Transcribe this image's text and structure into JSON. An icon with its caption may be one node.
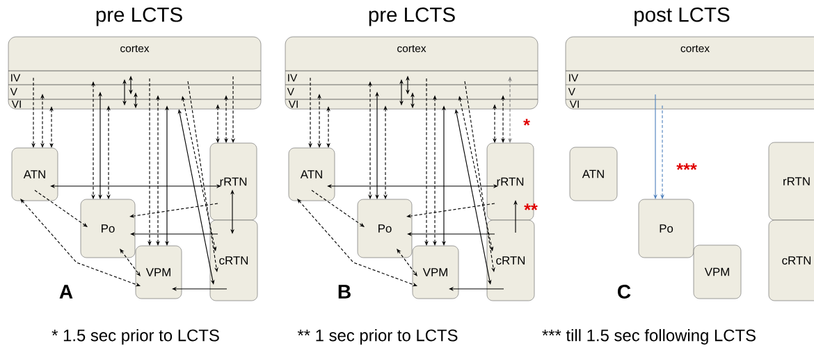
{
  "diagram": {
    "nodes": [
      {
        "text": [
          "cortex"
        ]
      },
      {
        "text": [
          "ATN"
        ]
      },
      {
        "text": [
          "Po"
        ]
      },
      {
        "text": [
          "VPM"
        ]
      },
      {
        "text": [
          "rRTN"
        ]
      },
      {
        "text": [
          "cRTN"
        ]
      },
      {
        "text": [
          "cortex"
        ]
      },
      {
        "text": [
          "ATN"
        ]
      },
      {
        "text": [
          "Po"
        ]
      },
      {
        "text": [
          "VPM"
        ]
      },
      {
        "text": [
          "rRTN"
        ]
      },
      {
        "text": [
          "cRTN"
        ]
      },
      {
        "text": [
          "cortex"
        ]
      },
      {
        "text": [
          "ATN"
        ]
      },
      {
        "text": [
          "Po"
        ]
      },
      {
        "text": [
          "VPM"
        ]
      },
      {
        "text": [
          "rRTN"
        ]
      },
      {
        "text": [
          "cRTN"
        ]
      }
    ],
    "edges": [
      {
        "from": 0,
        "to": 1,
        "arrow": "to",
        "style": "dashed"
      },
      {
        "from": 0,
        "to": 1,
        "arrow": "both",
        "style": "dashed"
      },
      {
        "from": 0,
        "to": 1,
        "arrow": "both",
        "style": "dashed"
      },
      {
        "from": 0,
        "to": 2,
        "arrow": "both",
        "style": "dashed"
      },
      {
        "from": 0,
        "to": 2,
        "arrow": "both"
      },
      {
        "from": 0,
        "to": 2,
        "arrow": "both",
        "style": "dashed"
      },
      {
        "from": 0,
        "to": 3,
        "arrow": "to",
        "style": "dashed"
      },
      {
        "from": 0,
        "to": 3,
        "arrow": "both",
        "style": "dashed"
      },
      {
        "from": 0,
        "to": 3,
        "arrow": "both"
      },
      {
        "from": 0,
        "to": 5,
        "arrow": "to",
        "style": "dashed"
      },
      {
        "from": 0,
        "to": 5,
        "arrow": "both",
        "style": "dashed"
      },
      {
        "from": 0,
        "to": 5,
        "arrow": "both"
      },
      {
        "from": 0,
        "to": 4,
        "arrow": "both",
        "style": "dashed"
      },
      {
        "from": 0,
        "to": 4,
        "arrow": "both",
        "style": "dashed"
      },
      {
        "from": 0,
        "to": 4,
        "arrow": "to",
        "style": "dashed"
      },
      {
        "from": 1,
        "to": 4,
        "arrow": "both"
      },
      {
        "from": 4,
        "to": 5,
        "arrow": "both"
      },
      {
        "from": 1,
        "to": 2,
        "arrow": "to",
        "style": "dashed"
      },
      {
        "from": 4,
        "to": 2,
        "arrow": "to",
        "style": "dashed"
      },
      {
        "from": 5,
        "to": 2,
        "arrow": "to"
      },
      {
        "from": 1,
        "to": 3,
        "arrow": "both",
        "style": "dashed"
      },
      {
        "from": 2,
        "to": 3,
        "arrow": "both",
        "style": "dashed"
      },
      {
        "from": 5,
        "to": 3,
        "arrow": "to"
      },
      {
        "from": 6,
        "to": 7,
        "arrow": "to",
        "style": "dashed"
      },
      {
        "from": 6,
        "to": 7,
        "arrow": "both",
        "style": "dashed"
      },
      {
        "from": 6,
        "to": 7,
        "arrow": "both",
        "style": "dashed"
      },
      {
        "from": 6,
        "to": 8,
        "arrow": "both",
        "style": "dashed"
      },
      {
        "from": 6,
        "to": 8,
        "arrow": "both"
      },
      {
        "from": 6,
        "to": 8,
        "arrow": "both",
        "style": "dashed"
      },
      {
        "from": 6,
        "to": 9,
        "arrow": "to",
        "style": "dashed"
      },
      {
        "from": 6,
        "to": 9,
        "arrow": "both",
        "style": "dashed"
      },
      {
        "from": 6,
        "to": 9,
        "arrow": "both"
      },
      {
        "from": 6,
        "to": 11,
        "arrow": "to",
        "style": "dashed"
      },
      {
        "from": 6,
        "to": 11,
        "arrow": "both",
        "style": "dashed"
      },
      {
        "from": 6,
        "to": 11,
        "arrow": "both"
      },
      {
        "from": 6,
        "to": 10,
        "arrow": "both",
        "style": "dashed"
      },
      {
        "from": 6,
        "to": 10,
        "arrow": "both",
        "style": "dashed"
      },
      {
        "from": 6,
        "to": 10,
        "arrow": "both",
        "style": "dashed",
        "color": "#808080"
      },
      {
        "from": 7,
        "to": 10,
        "arrow": "both"
      },
      {
        "from": 11,
        "to": 10,
        "arrow": "to"
      },
      {
        "from": 7,
        "to": 8,
        "arrow": "to",
        "style": "dashed"
      },
      {
        "from": 10,
        "to": 8,
        "arrow": "to",
        "style": "dashed"
      },
      {
        "from": 11,
        "to": 8,
        "arrow": "to"
      },
      {
        "from": 7,
        "to": 9,
        "arrow": "both",
        "style": "dashed"
      },
      {
        "from": 8,
        "to": 9,
        "arrow": "both",
        "style": "dashed"
      },
      {
        "from": 11,
        "to": 9,
        "arrow": "to"
      },
      {
        "from": 12,
        "to": 14,
        "arrow": "to",
        "color": "#4f81bd"
      },
      {
        "from": 12,
        "to": 14,
        "arrow": "to",
        "style": "dashed",
        "color": "#4f81bd"
      }
    ],
    "labels": [
      "pre LCTS",
      "pre LCTS",
      "post LCTS",
      "IV",
      "V",
      "VI",
      "IV",
      "V",
      "VI",
      "IV",
      "V",
      "VI",
      "*",
      "**",
      "***",
      "A",
      "B",
      "C",
      "* 1.5 sec prior to LCTS",
      "** 1 sec prior to LCTS",
      "*** till 1.5 sec following LCTS"
    ]
  }
}
